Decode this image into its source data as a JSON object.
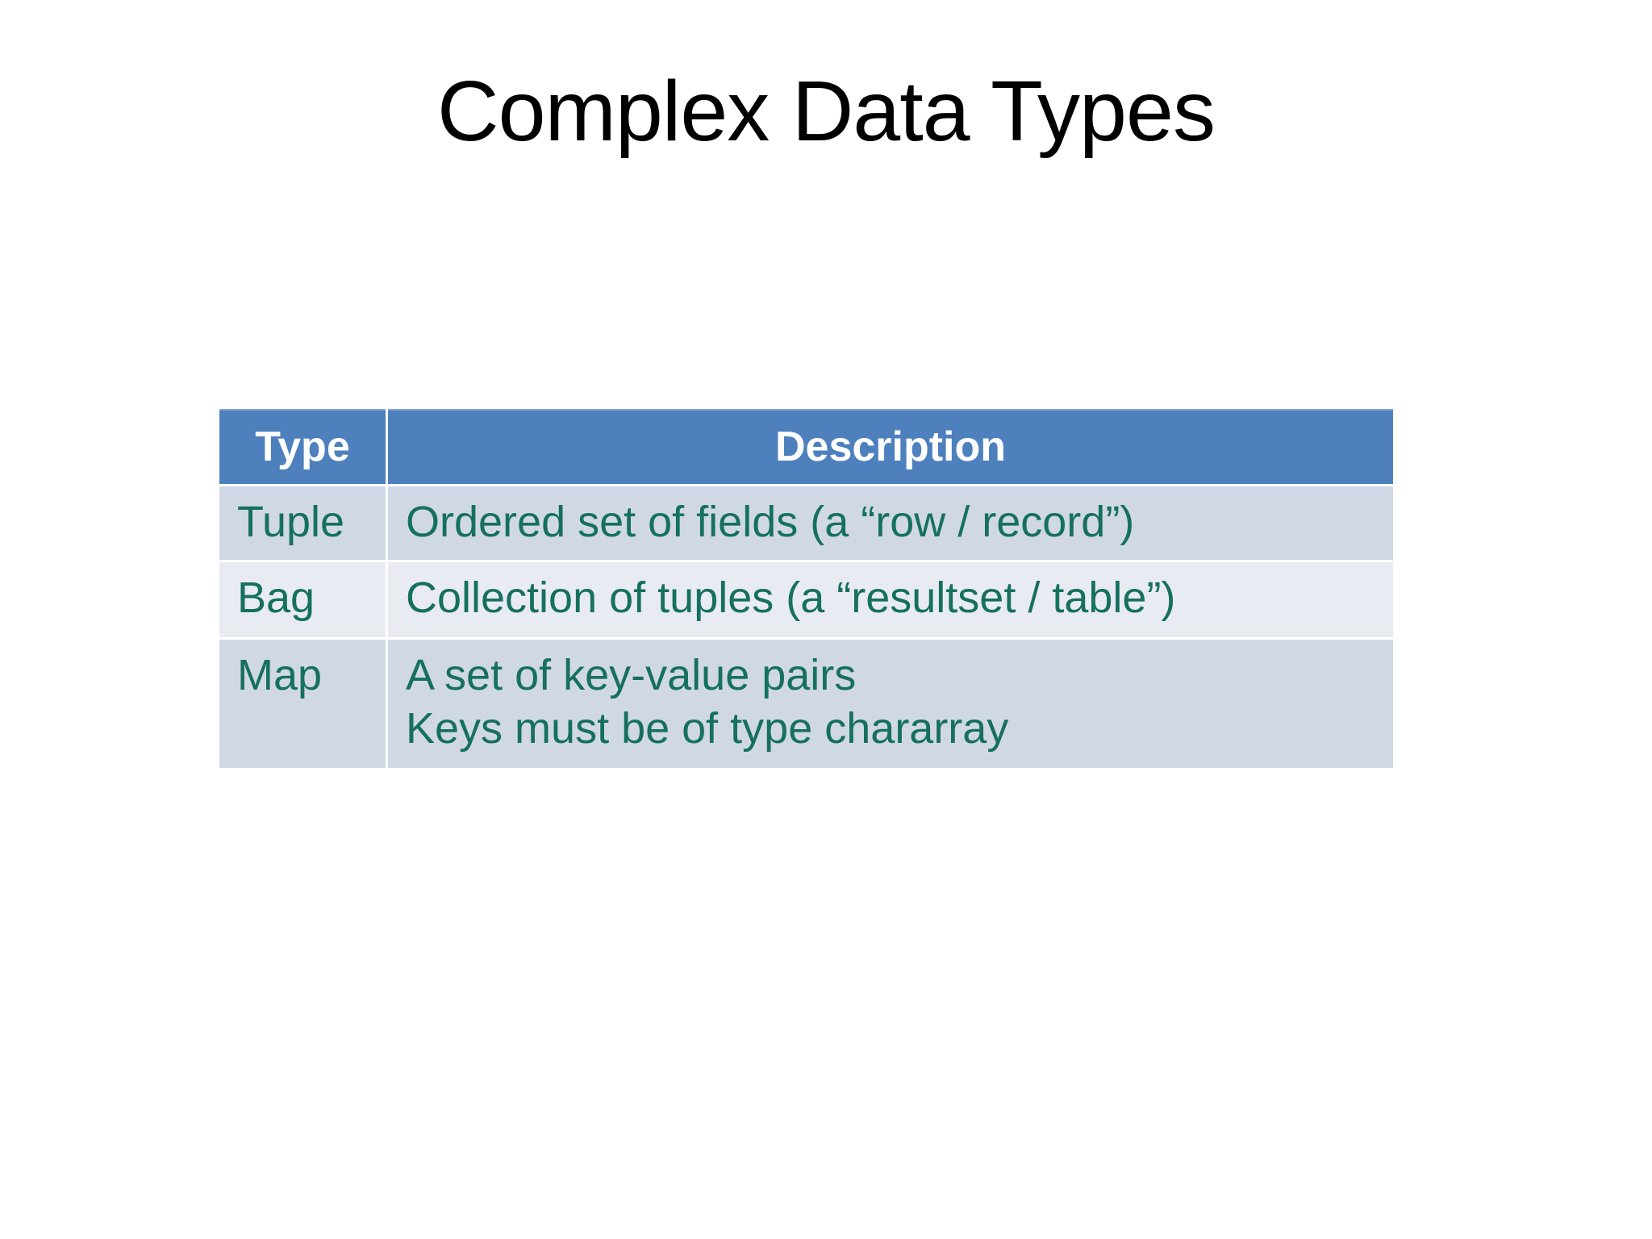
{
  "slide": {
    "title": "Complex Data Types"
  },
  "table": {
    "columns": [
      "Type",
      "Description"
    ],
    "rows": [
      {
        "type": "Tuple",
        "description": "Ordered set of fields (a “row / record”)"
      },
      {
        "type": "Bag",
        "description": "Collection of tuples (a “resultset / table”)"
      },
      {
        "type": "Map",
        "description": "A set of key-value pairs\nKeys must be of type chararray"
      }
    ]
  },
  "colors": {
    "page_bg": "#FFFFFF",
    "title_text": "#000000",
    "header_bg": "#4E80BE",
    "header_text": "#FFFFFF",
    "row_odd_bg": "#D0D8E6",
    "row_even_bg": "#E8EBF2",
    "cell_text": "#16705F"
  }
}
